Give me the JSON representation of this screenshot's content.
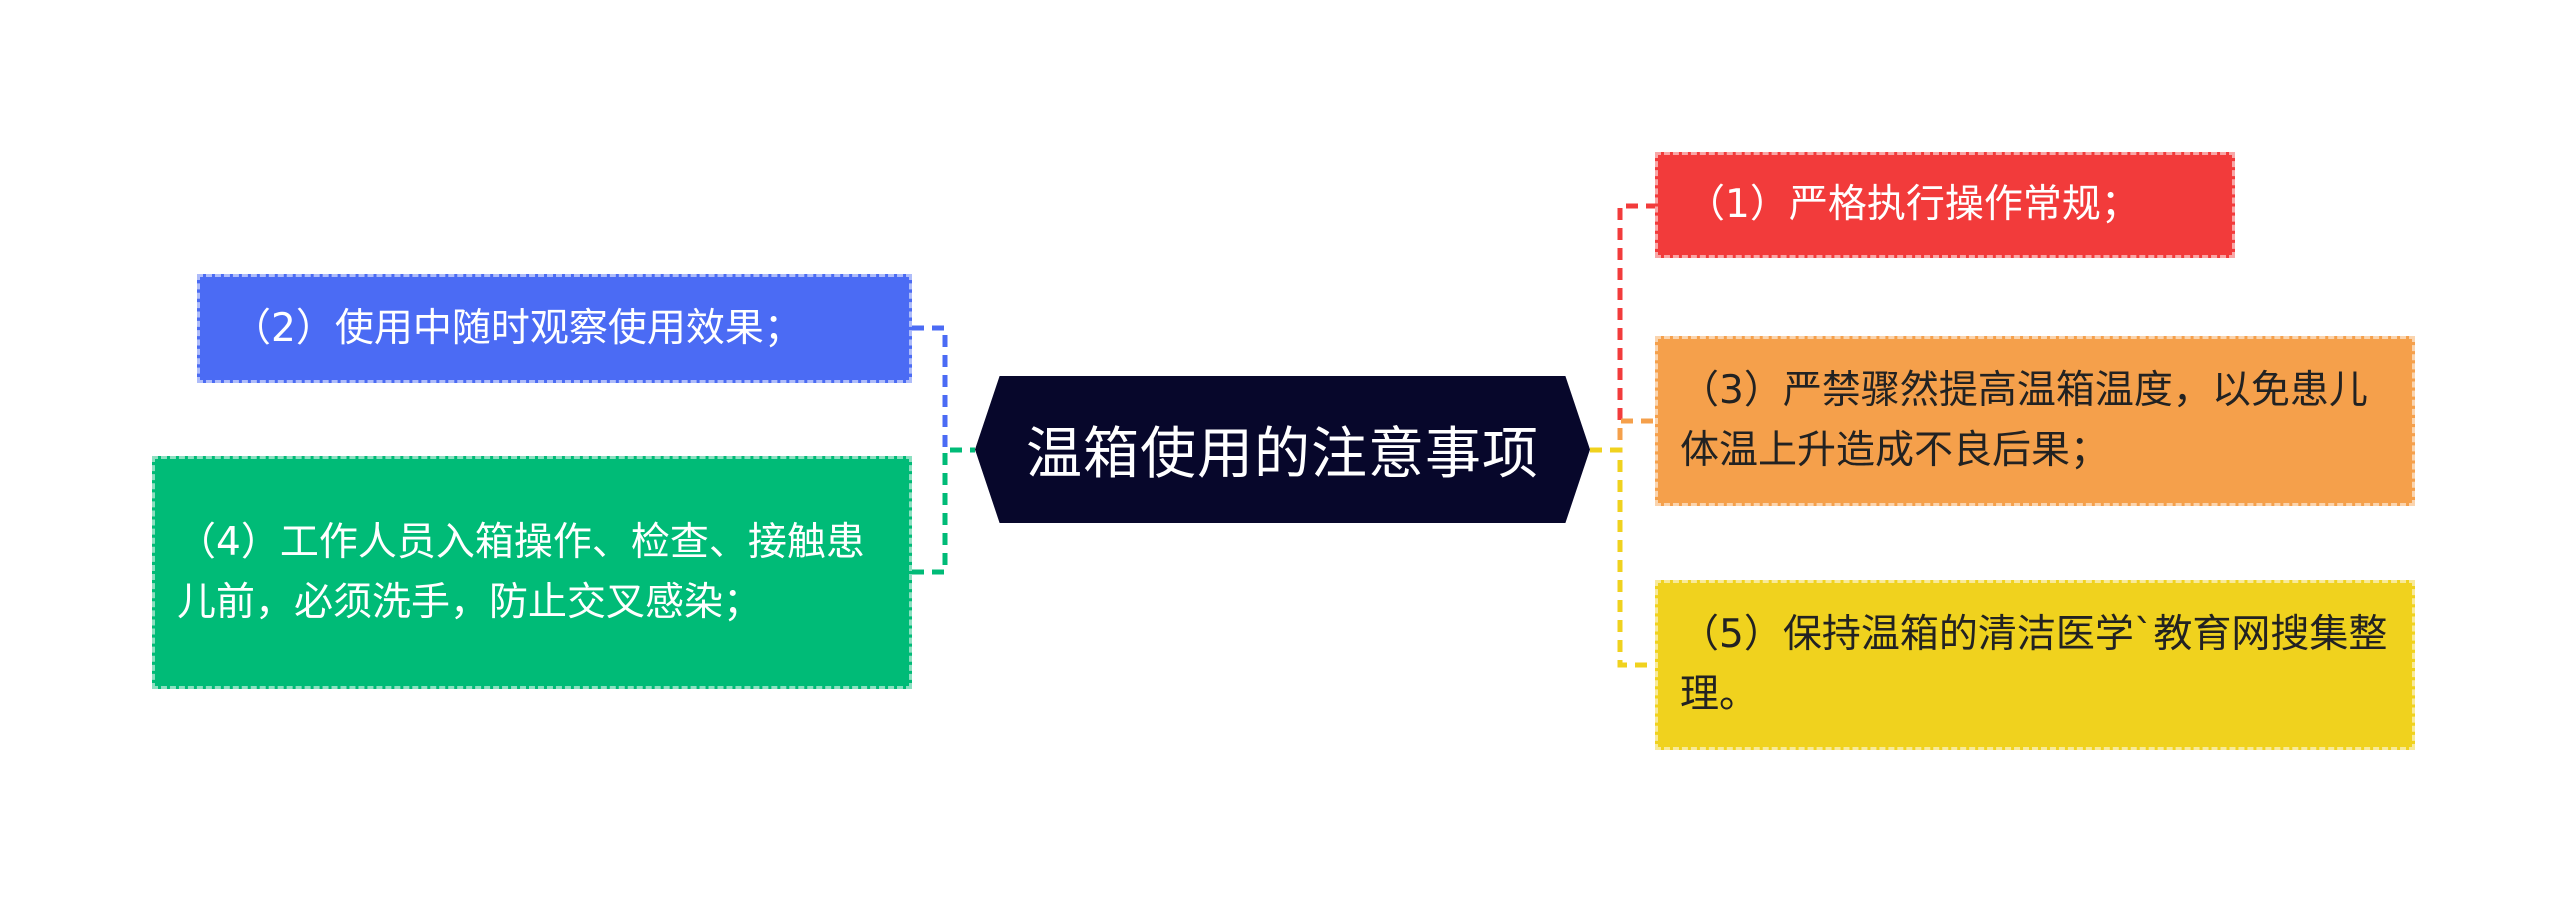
{
  "center": {
    "title": "温箱使用的注意事项"
  },
  "nodes": [
    {
      "id": "1",
      "text": "（1）严格执行操作常规；",
      "color": "#f23b3b"
    },
    {
      "id": "2",
      "text": "（2）使用中随时观察使用效果；",
      "color": "#4b6bf4"
    },
    {
      "id": "3",
      "text": "（3）严禁骤然提高温箱温度，以免患儿体温上升造成不良后果；",
      "color": "#f5a04b"
    },
    {
      "id": "4",
      "text": "（4）工作人员入箱操作、检查、接触患儿前，必须洗手，防止交叉感染；",
      "color": "#00bb77"
    },
    {
      "id": "5",
      "text": "（5）保持温箱的清洁医学`教育网搜集整理。",
      "color": "#f0d21e"
    }
  ],
  "center_color": "#07072b"
}
